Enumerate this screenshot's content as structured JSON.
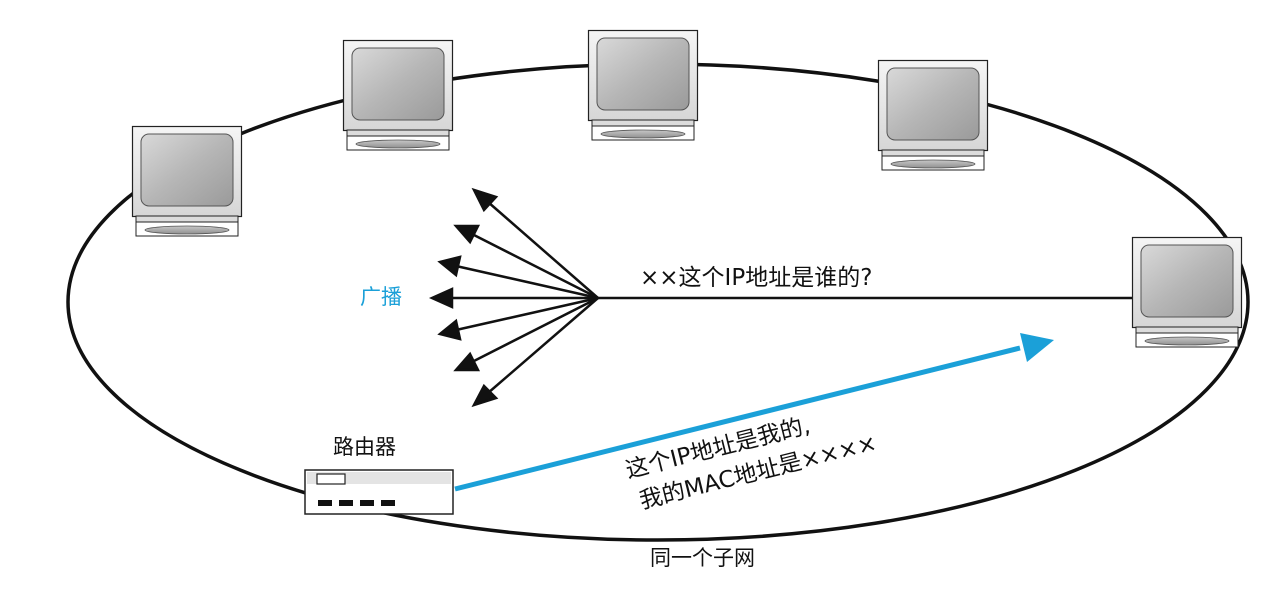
{
  "diagram": {
    "labels": {
      "broadcast": "广播",
      "question": "××这个IP地址是谁的?",
      "reply_line1": "这个IP地址是我的,",
      "reply_line2": "我的MAC地址是××××",
      "router": "路由器",
      "subnet": "同一个子网"
    },
    "nodes": [
      {
        "kind": "computer",
        "icon": "monitor-icon"
      },
      {
        "kind": "computer",
        "icon": "monitor-icon"
      },
      {
        "kind": "computer",
        "icon": "monitor-icon"
      },
      {
        "kind": "computer",
        "icon": "monitor-icon"
      },
      {
        "kind": "computer",
        "icon": "monitor-icon"
      },
      {
        "kind": "router",
        "icon": "router-icon"
      }
    ],
    "colors": {
      "accent": "#1ba0d8",
      "line": "#111111",
      "monitor_frame": "#e8e8e8",
      "monitor_screen": "#b4b4b4"
    }
  }
}
